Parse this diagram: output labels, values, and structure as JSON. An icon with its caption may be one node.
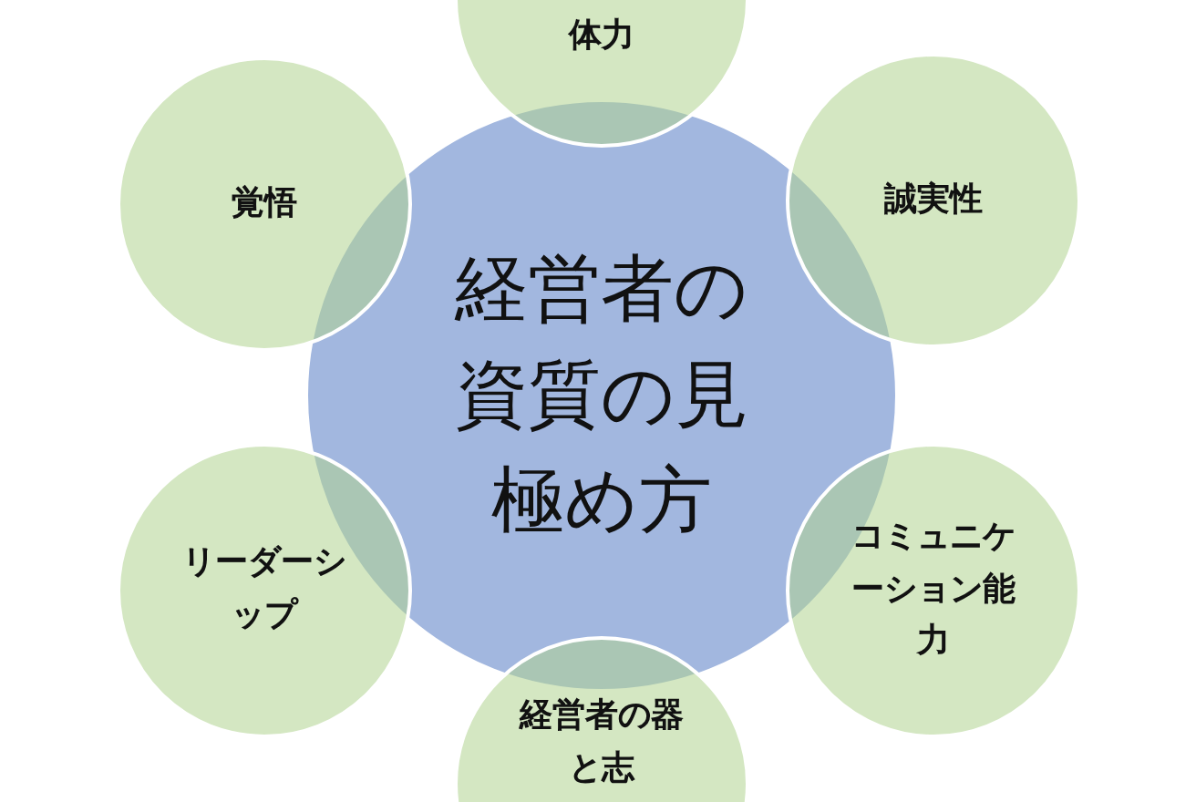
{
  "diagram": {
    "nodes": [
      {
        "text": [
          "経営者の資質の見極め方"
        ]
      },
      {
        "text": [
          "体力"
        ]
      },
      {
        "text": [
          "覚悟"
        ]
      },
      {
        "text": [
          "誠実性"
        ]
      },
      {
        "text": [
          "リーダーシップ"
        ]
      },
      {
        "text": [
          "コミュニケーション能力"
        ]
      },
      {
        "text": [
          "経営者の器と志"
        ]
      }
    ]
  }
}
